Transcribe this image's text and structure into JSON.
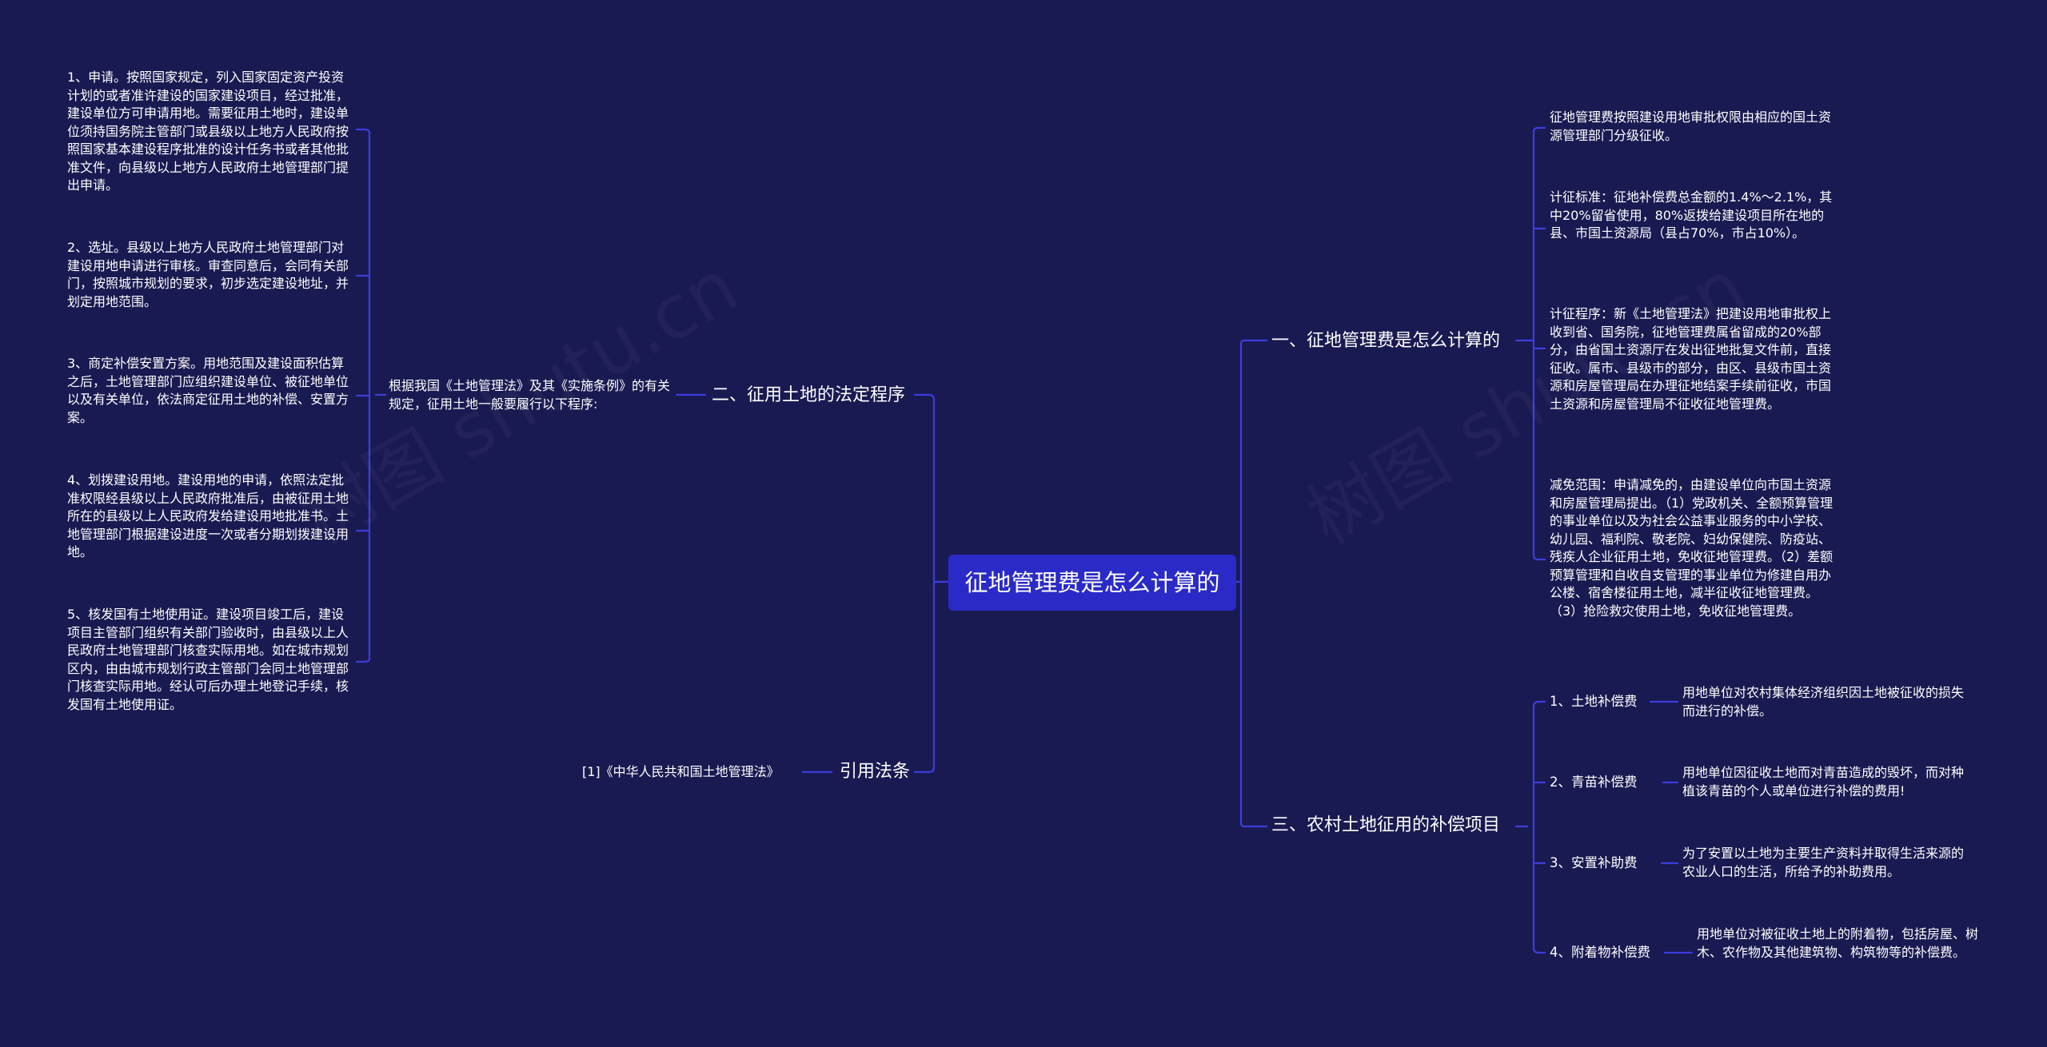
{
  "watermark": "树图 shutu.cn",
  "root": "征地管理费是怎么计算的",
  "left": {
    "procedure": {
      "title": "二、征用土地的法定程序",
      "intro": "根据我国《土地管理法》及其《实施条例》的有关规定，征用土地一般要履行以下程序:",
      "steps": [
        "1、申请。按照国家规定，列入国家固定资产投资计划的或者准许建设的国家建设项目，经过批准，建设单位方可申请用地。需要征用土地时，建设单位须持国务院主管部门或县级以上地方人民政府按照国家基本建设程序批准的设计任务书或者其他批准文件，向县级以上地方人民政府土地管理部门提出申请。",
        "2、选址。县级以上地方人民政府土地管理部门对建设用地申请进行审核。审查同意后，会同有关部门，按照城市规划的要求，初步选定建设地址，并划定用地范围。",
        "3、商定补偿安置方案。用地范围及建设面积估算之后，土地管理部门应组织建设单位、被征地单位以及有关单位，依法商定征用土地的补偿、安置方案。",
        "4、划拨建设用地。建设用地的申请，依照法定批准权限经县级以上人民政府批准后，由被征用土地所在的县级以上人民政府发给建设用地批准书。土地管理部门根据建设进度一次或者分期划拨建设用地。",
        "5、核发国有土地使用证。建设项目竣工后，建设项目主管部门组织有关部门验收时，由县级以上人民政府土地管理部门核查实际用地。如在城市规划区内，由由城市规划行政主管部门会同土地管理部门核查实际用地。经认可后办理土地登记手续，核发国有土地使用证。"
      ]
    },
    "citation": {
      "title": "引用法条",
      "item": "[1]《中华人民共和国土地管理法》"
    }
  },
  "right": {
    "calc": {
      "title": "一、征地管理费是怎么计算的",
      "items": [
        "征地管理费按照建设用地审批权限由相应的国土资源管理部门分级征收。",
        "计征标准：征地补偿费总金额的1.4%～2.1%，其中20%留省使用，80%返拨给建设项目所在地的县、市国土资源局（县占70%，市占10%）。",
        "计征程序：新《土地管理法》把建设用地审批权上收到省、国务院，征地管理费属省留成的20%部分，由省国土资源厅在发出征地批复文件前，直接征收。属市、县级市的部分，由区、县级市国土资源和房屋管理局在办理征地结案手续前征收，市国土资源和房屋管理局不征收征地管理费。",
        "减免范围：申请减免的，由建设单位向市国土资源和房屋管理局提出。（1）党政机关、全额预算管理的事业单位以及为社会公益事业服务的中小学校、幼儿园、福利院、敬老院、妇幼保健院、防疫站、残疾人企业征用土地，免收征地管理费。（2）差额预算管理和自收自支管理的事业单位为修建自用办公楼、宿舍楼征用土地，减半征收征地管理费。（3）抢险救灾使用土地，免收征地管理费。"
      ]
    },
    "compensation": {
      "title": "三、农村土地征用的补偿项目",
      "items": [
        {
          "label": "1、土地补偿费",
          "desc": "用地单位对农村集体经济组织因土地被征收的损失而进行的补偿。"
        },
        {
          "label": "2、青苗补偿费",
          "desc": "用地单位因征收土地而对青苗造成的毁坏，而对种植该青苗的个人或单位进行补偿的费用!"
        },
        {
          "label": "3、安置补助费",
          "desc": "为了安置以土地为主要生产资料并取得生活来源的农业人口的生活，所给予的补助费用。"
        },
        {
          "label": "4、附着物补偿费",
          "desc": "用地单位对被征收土地上的附着物，包括房屋、树木、农作物及其他建筑物、构筑物等的补偿费。"
        }
      ]
    }
  }
}
